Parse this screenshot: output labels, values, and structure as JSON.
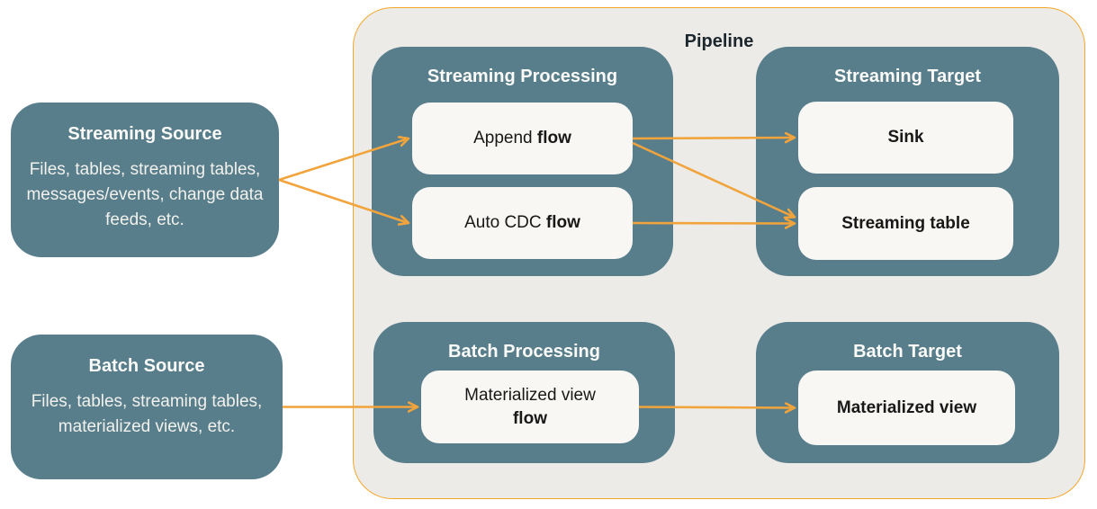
{
  "diagram": {
    "pipeline_title": "Pipeline",
    "colors": {
      "teal": "#587e8c",
      "pipeline_bg": "#edebe7",
      "pipeline_border": "#f3a72a",
      "card_bg": "#f8f7f3",
      "arrow": "#f1a43c",
      "dark_text": "#1d272e",
      "light_text": "#f2f1ec"
    },
    "sources": [
      {
        "id": "streaming-source",
        "title": "Streaming Source",
        "description": "Files, tables, streaming tables, messages/events, change data feeds, etc."
      },
      {
        "id": "batch-source",
        "title": "Batch Source",
        "description": "Files, tables, streaming tables, materialized views, etc."
      }
    ],
    "groups": [
      {
        "id": "streaming-processing",
        "title": "Streaming Processing",
        "nodes": [
          {
            "id": "append-flow",
            "text_regular": "Append ",
            "text_bold": "flow"
          },
          {
            "id": "auto-cdc-flow",
            "text_regular": "Auto CDC ",
            "text_bold": "flow"
          }
        ]
      },
      {
        "id": "streaming-target",
        "title": "Streaming Target",
        "nodes": [
          {
            "id": "sink",
            "text_regular": "",
            "text_bold": "Sink"
          },
          {
            "id": "streaming-table",
            "text_regular": "",
            "text_bold": "Streaming table"
          }
        ]
      },
      {
        "id": "batch-processing",
        "title": "Batch Processing",
        "nodes": [
          {
            "id": "mv-flow",
            "text_regular": "Materialized view",
            "text_bold": "flow"
          }
        ]
      },
      {
        "id": "batch-target",
        "title": "Batch Target",
        "nodes": [
          {
            "id": "materialized-view",
            "text_regular": "",
            "text_bold": "Materialized view"
          }
        ]
      }
    ],
    "edges": [
      {
        "from": "streaming-source",
        "to": "append-flow"
      },
      {
        "from": "streaming-source",
        "to": "auto-cdc-flow"
      },
      {
        "from": "append-flow",
        "to": "sink"
      },
      {
        "from": "append-flow",
        "to": "streaming-table"
      },
      {
        "from": "auto-cdc-flow",
        "to": "streaming-table"
      },
      {
        "from": "batch-source",
        "to": "mv-flow"
      },
      {
        "from": "mv-flow",
        "to": "materialized-view"
      }
    ]
  }
}
